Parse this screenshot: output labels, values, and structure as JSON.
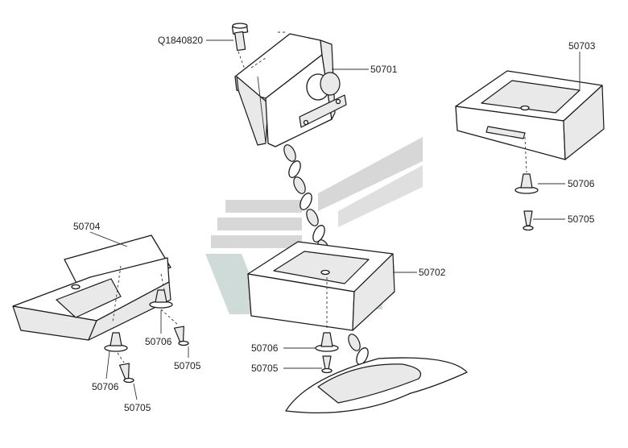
{
  "diagram": {
    "labels": {
      "bolt": "Q1840820",
      "bracket": "50701",
      "bottom_block_center": "50702",
      "block_right": "50703",
      "block_left": "50704",
      "clip_left_a": "50706",
      "clip_left_b": "50706",
      "clip_center": "50706",
      "clip_right": "50706",
      "rivet_left_a": "50705",
      "rivet_left_b": "50705",
      "rivet_center": "50705",
      "rivet_right": "50705"
    },
    "watermark_colors": {
      "gray": "#cfcfcf",
      "teal": "#c9d8d4"
    }
  }
}
